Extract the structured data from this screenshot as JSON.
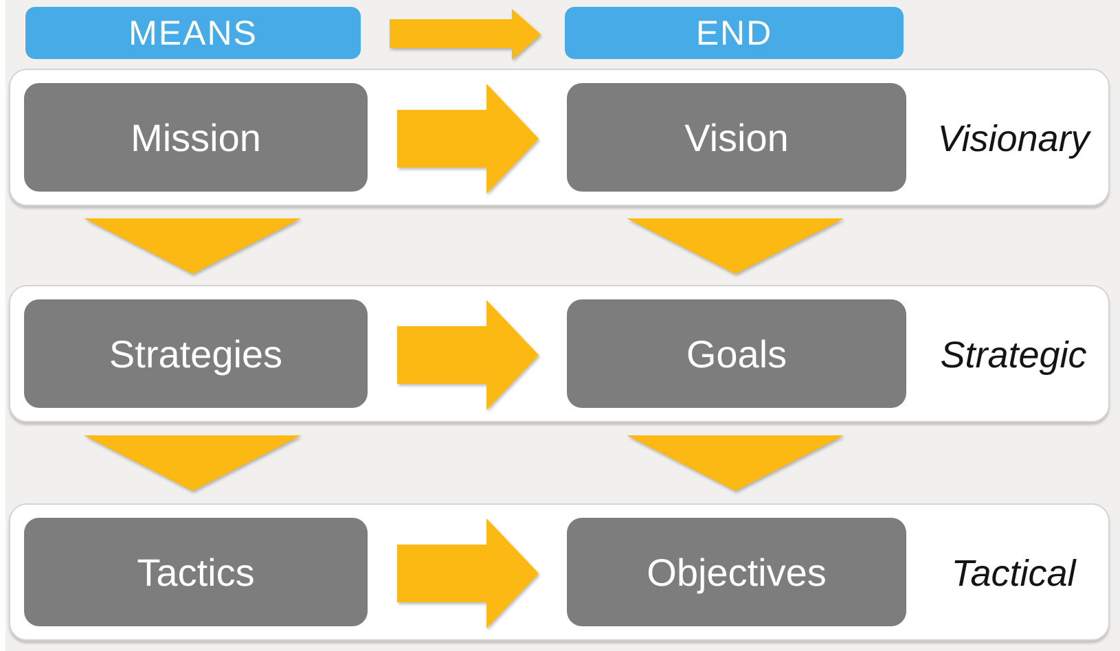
{
  "colors": {
    "background": "#F1F0EE",
    "blue": "#47ABE8",
    "gray_box": "#7D7D7D",
    "arrow_yellow": "#FDB913",
    "row_bg": "#FFFFFF",
    "row_border": "#D5D4D2",
    "label_text": "#141414",
    "box_text": "#FFFFFF"
  },
  "header": {
    "means_label": "MEANS",
    "end_label": "END"
  },
  "rows": [
    {
      "means": "Mission",
      "end": "Vision",
      "level": "Visionary"
    },
    {
      "means": "Strategies",
      "end": "Goals",
      "level": "Strategic"
    },
    {
      "means": "Tactics",
      "end": "Objectives",
      "level": "Tactical"
    }
  ]
}
